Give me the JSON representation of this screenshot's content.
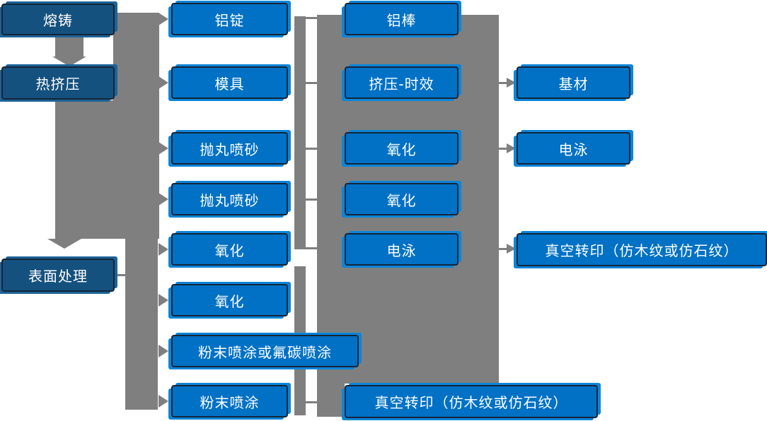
{
  "diagram": {
    "title_hidden": "",
    "col1": [
      "熔铸",
      "热挤压",
      "表面处理"
    ],
    "col2": [
      "铝锭",
      "模具",
      "抛丸喷砂",
      "抛丸喷砂",
      "氧化",
      "氧化",
      "粉末喷涂或氟碳喷涂",
      "粉末喷涂"
    ],
    "col3": [
      "铝棒",
      "挤压-时效",
      "氧化",
      "氧化",
      "电泳",
      "真空转印（仿木纹或仿石纹）"
    ],
    "col4": [
      "基材",
      "电泳",
      "真空转印（仿木纹或仿石纹）"
    ]
  },
  "colors": {
    "node_blue": "#0071C5",
    "node_blue_shadow": "#0C85D8",
    "node_dark_blue": "#15517E",
    "node_border": "#14253A",
    "connector_gray": "#7F7F7F",
    "text": "#FFFFFF",
    "background": "#FFFFFF"
  }
}
